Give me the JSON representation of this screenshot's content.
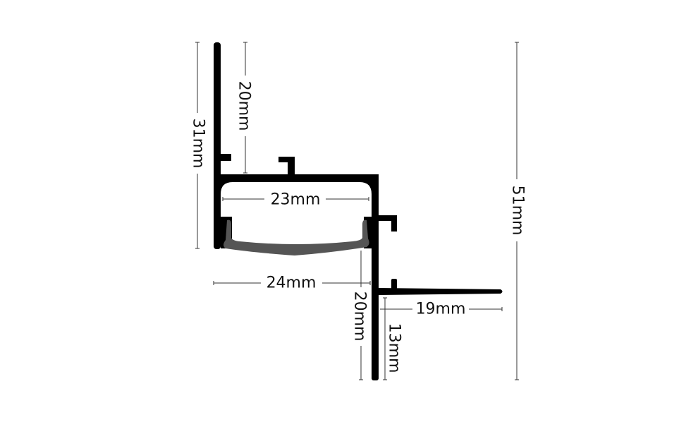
{
  "dimensions": {
    "total_height_left": "31mm",
    "upper_flange_height": "20mm",
    "inner_width": "23mm",
    "outer_width": "24mm",
    "lower_wall_height": "20mm",
    "ledge_width": "19mm",
    "ledge_height": "13mm",
    "total_height": "51mm"
  },
  "colors": {
    "profile": "#000000",
    "diffuser": "#555555",
    "dimension_lines": "#333333"
  }
}
